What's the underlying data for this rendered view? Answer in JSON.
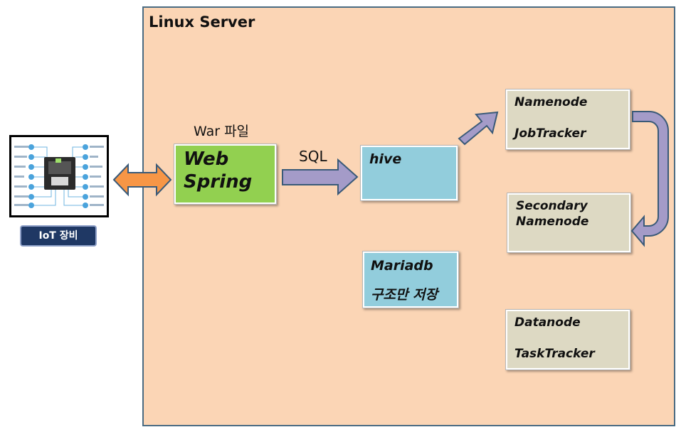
{
  "server": {
    "title": "Linux Server"
  },
  "device": {
    "label": "IoT 장비"
  },
  "war_label": "War 파일",
  "sql_label": "SQL",
  "web": {
    "line1": "Web",
    "line2": "Spring"
  },
  "hive": {
    "label": "hive"
  },
  "mariadb": {
    "line1": "Mariadb",
    "line2": "구조만 저장"
  },
  "namenode": {
    "line1": "Namenode",
    "line2": "JobTracker"
  },
  "secondary": {
    "line1": "Secondary",
    "line2": "Namenode"
  },
  "datanode": {
    "line1": "Datanode",
    "line2": "TaskTracker"
  },
  "colors": {
    "server_bg": "#fbd5b5",
    "web_box": "#92d050",
    "db_box": "#92cddc",
    "hadoop_box": "#ddd9c3",
    "arrow_purple": "#a49bc8",
    "arrow_orange": "#f79646",
    "badge": "#1f3864"
  }
}
